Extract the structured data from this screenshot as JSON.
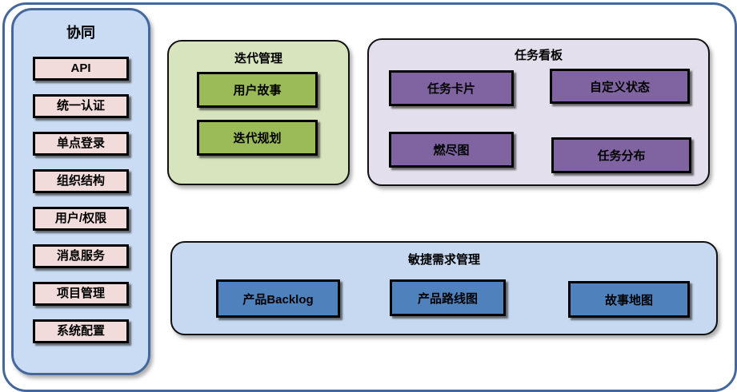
{
  "colors": {
    "frame_border": "#44689D",
    "sidebar_bg": "#C9DCF4",
    "sidebar_item_bg": "#F2DCDB",
    "iteration_panel_bg": "#D7E4BD",
    "iteration_item_bg": "#9BBB59",
    "kanban_panel_bg": "#E4DFEC",
    "kanban_item_bg": "#8064A2",
    "agile_panel_bg": "#C6D9F1",
    "agile_item_bg": "#4F81BD",
    "box_border": "#000000",
    "text": "#000000"
  },
  "sidebar": {
    "title": "协同",
    "items": [
      "API",
      "统一认证",
      "单点登录",
      "组织结构",
      "用户/权限",
      "消息服务",
      "项目管理",
      "系统配置"
    ]
  },
  "panels": {
    "iteration": {
      "title": "迭代管理",
      "items": [
        "用户故事",
        "迭代规划"
      ]
    },
    "kanban": {
      "title": "任务看板",
      "items": [
        "任务卡片",
        "自定义状态",
        "燃尽图",
        "任务分布"
      ]
    },
    "agile": {
      "title": "敏捷需求管理",
      "items": [
        "产品Backlog",
        "产品路线图",
        "故事地图"
      ]
    }
  }
}
